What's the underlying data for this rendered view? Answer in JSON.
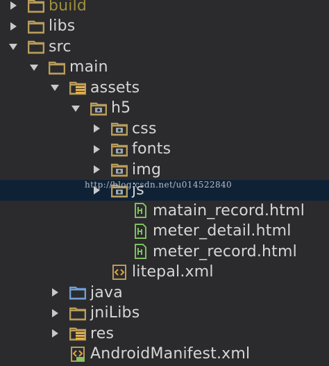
{
  "tree": [
    {
      "label": "build",
      "depth": 0,
      "arrow": "collapsed",
      "icon": "folder",
      "dim": true
    },
    {
      "label": "libs",
      "depth": 0,
      "arrow": "collapsed",
      "icon": "folder"
    },
    {
      "label": "src",
      "depth": 0,
      "arrow": "expanded",
      "icon": "folder"
    },
    {
      "label": "main",
      "depth": 1,
      "arrow": "expanded",
      "icon": "folder"
    },
    {
      "label": "assets",
      "depth": 2,
      "arrow": "expanded",
      "icon": "resource-folder"
    },
    {
      "label": "h5",
      "depth": 3,
      "arrow": "expanded",
      "icon": "package-folder"
    },
    {
      "label": "css",
      "depth": 4,
      "arrow": "collapsed",
      "icon": "package-folder"
    },
    {
      "label": "fonts",
      "depth": 4,
      "arrow": "collapsed",
      "icon": "package-folder"
    },
    {
      "label": "img",
      "depth": 4,
      "arrow": "collapsed",
      "icon": "package-folder"
    },
    {
      "label": "js",
      "depth": 4,
      "arrow": "collapsed",
      "icon": "package-folder",
      "selected": true
    },
    {
      "label": "matain_record.html",
      "depth": 5,
      "arrow": "none",
      "icon": "html-file"
    },
    {
      "label": "meter_detail.html",
      "depth": 5,
      "arrow": "none",
      "icon": "html-file"
    },
    {
      "label": "meter_record.html",
      "depth": 5,
      "arrow": "none",
      "icon": "html-file"
    },
    {
      "label": "litepal.xml",
      "depth": 4,
      "arrow": "none",
      "icon": "xml-file"
    },
    {
      "label": "java",
      "depth": 2,
      "arrow": "collapsed",
      "icon": "source-folder"
    },
    {
      "label": "jniLibs",
      "depth": 2,
      "arrow": "collapsed",
      "icon": "folder"
    },
    {
      "label": "res",
      "depth": 2,
      "arrow": "collapsed",
      "icon": "resource-folder"
    },
    {
      "label": "AndroidManifest.xml",
      "depth": 2,
      "arrow": "none",
      "icon": "manifest-file"
    }
  ],
  "watermark": "http://blog.csdn.net/u014522840",
  "colors": {
    "background": "#2b2b2d",
    "text": "#d6d6d6",
    "selection": "#0f2135",
    "folder": "#b99d5b",
    "html_icon": "#7fbf5f",
    "source_folder": "#6f9fd6"
  }
}
